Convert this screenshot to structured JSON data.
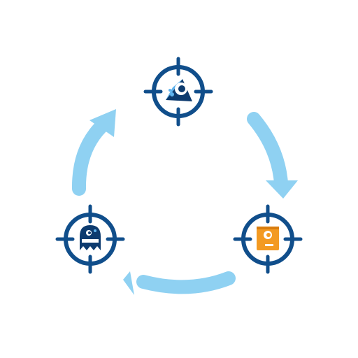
{
  "diagram": {
    "type": "cycle",
    "nodes": [
      {
        "id": "top",
        "icon": "eye-pyramid-icon",
        "color": "#1f5aa0"
      },
      {
        "id": "bottom-right",
        "icon": "orange-box-eye-icon",
        "color": "#f39a22"
      },
      {
        "id": "bottom-left",
        "icon": "ghost-eye-icon",
        "color": "#1f5aa0"
      }
    ],
    "arrows": [
      {
        "from": "top",
        "to": "bottom-right"
      },
      {
        "from": "bottom-right",
        "to": "bottom-left"
      },
      {
        "from": "bottom-left",
        "to": "top"
      }
    ],
    "colors": {
      "crosshair": "#104e8b",
      "arrow": "#8fd1f2",
      "background": "#ffffff",
      "icon_dark": "#0d3b6f",
      "icon_light": "#5fb2ec",
      "box_orange": "#f39a22"
    }
  }
}
